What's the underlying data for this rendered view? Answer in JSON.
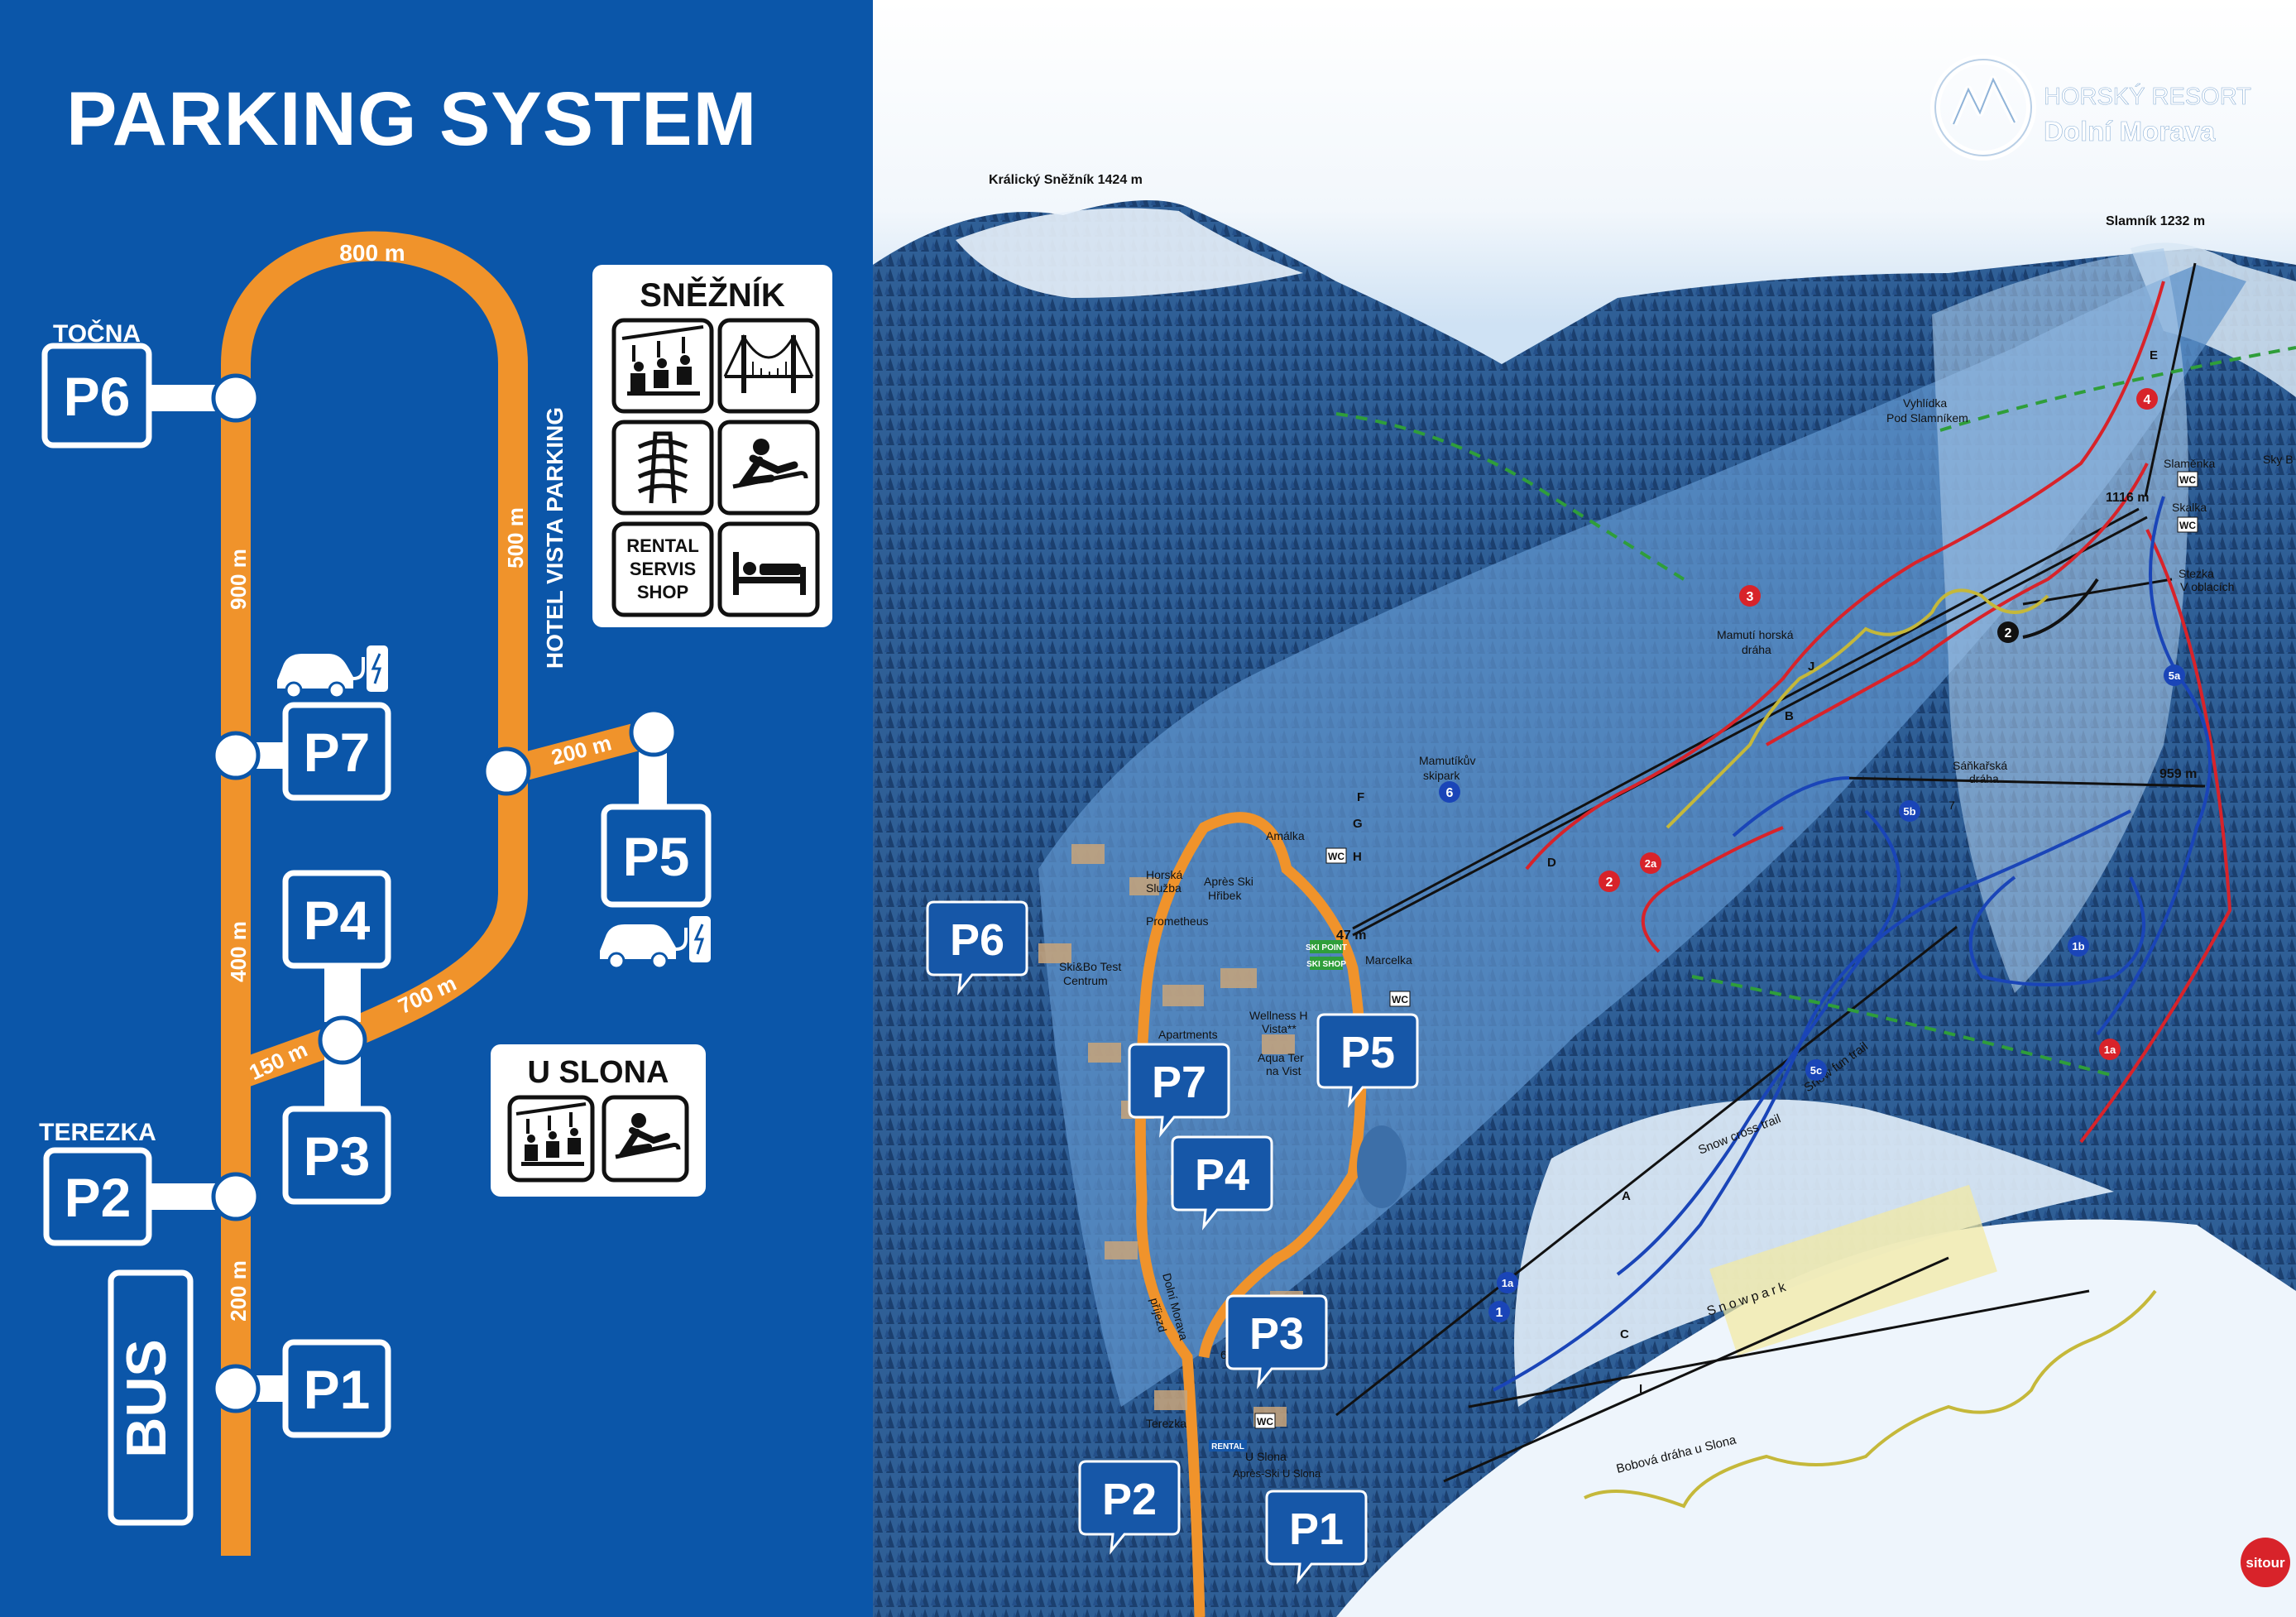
{
  "left_panel": {
    "title": "PARKING SYSTEM",
    "route_color": "#f0932b",
    "bg_color": "#0b56a9",
    "parking_lots": [
      {
        "id": "P6",
        "label": "P6",
        "caption": "TOČNA"
      },
      {
        "id": "P7",
        "label": "P7",
        "caption": ""
      },
      {
        "id": "P4",
        "label": "P4",
        "caption": ""
      },
      {
        "id": "P3",
        "label": "P3",
        "caption": ""
      },
      {
        "id": "P2",
        "label": "P2",
        "caption": "TEREZKA"
      },
      {
        "id": "P1",
        "label": "P1",
        "caption": ""
      },
      {
        "id": "P5",
        "label": "P5",
        "caption": ""
      }
    ],
    "distances": {
      "top": "800 m",
      "left_upper": "900 m",
      "right_upper": "500 m",
      "p5_branch": "200 m",
      "left_middle": "400 m",
      "diagonal": "700 m",
      "short": "150 m",
      "bottom": "200 m"
    },
    "vertical_label": "HOTEL VISTA PARKING",
    "bus_label": "BUS",
    "sneznik_box": {
      "title": "SNĚŽNÍK",
      "rental_text": [
        "RENTAL",
        "SERVIS",
        "SHOP"
      ],
      "icons": [
        "chairlift-icon",
        "bridge-icon",
        "tower-icon",
        "sledge-icon",
        "rental-shop-icon",
        "bed-icon"
      ]
    },
    "uslona_box": {
      "title": "U SLONA",
      "icons": [
        "chairlift-icon",
        "sledge-icon"
      ]
    },
    "ev_icons": [
      "ev-charging-icon",
      "ev-charging-icon"
    ]
  },
  "map": {
    "logo_top": "HORSKÝ RESORT",
    "logo_bottom": "Dolní Morava",
    "peaks": [
      "Králický Sněžník 1424 m",
      "Slamník 1232 m"
    ],
    "elevations": [
      "1116 m",
      "959 m",
      "47 m"
    ],
    "places": [
      "Vyhlídka",
      "Pod Slamníkem",
      "Slaměnka",
      "Skalka",
      "Stezka",
      "V oblacích",
      "Mamutí horská",
      "dráha",
      "Mamutíkův",
      "skipark",
      "Sáňkařská",
      "dráha",
      "Amálka",
      "Horská",
      "Služba",
      "Après Ski",
      "Hřibek",
      "Prometheus",
      "Marcelka",
      "Ski&Bo Test",
      "Centrum",
      "Wellness H",
      "Vista**",
      "Apartments",
      "Vista",
      "Aqua Ter",
      "na Vist",
      "Dolní Morava",
      "příjezd",
      "Terezka",
      "U Slona",
      "Après-Ski U Slona",
      "Snow cross trail",
      "Snow fun trail",
      "Snowpark",
      "Bobová dráha u Slona",
      "Sky B"
    ],
    "lift_letters": [
      "E",
      "J",
      "B",
      "F",
      "G",
      "H",
      "D",
      "A",
      "C",
      "I"
    ],
    "slope_numbers": {
      "red": [
        "4",
        "3",
        "2",
        "2a",
        "1a"
      ],
      "blue": [
        "6",
        "5a",
        "5b",
        "5c",
        "1a",
        "1",
        "1b"
      ],
      "black": [
        "2"
      ]
    },
    "badges": [
      "WC",
      "WC",
      "WC",
      "WC",
      "WC"
    ],
    "parking_markers": [
      "P6",
      "P7",
      "P4",
      "P5",
      "P3",
      "P2",
      "P1"
    ],
    "misc": [
      "SKI POINT",
      "SKI SHOP",
      "RENTAL",
      "7",
      "6"
    ],
    "sitour": "sitour",
    "colors": {
      "red_slope": "#d8232a",
      "blue_slope": "#1a45b8",
      "black_slope": "#111111",
      "marker": "#1657a8",
      "route": "#f0932b",
      "yellow_trail": "#c5b83a",
      "green_trail": "#2f9e3a"
    }
  }
}
